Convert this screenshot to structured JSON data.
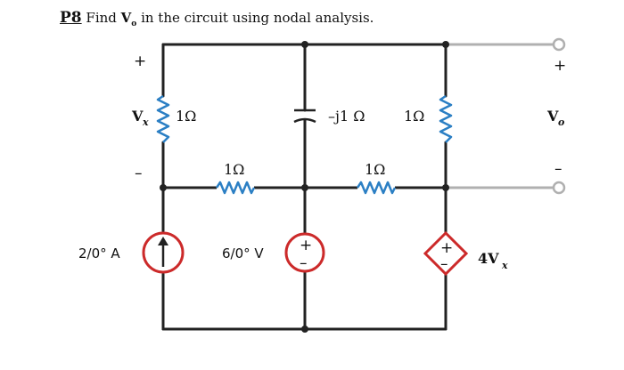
{
  "problem": {
    "number": "P8",
    "text_before": "Find ",
    "vo_symbol": "V",
    "vo_subscript": "o",
    "text_after": " in the circuit using nodal analysis."
  },
  "labels": {
    "vx_symbol": "V",
    "vx_subscript": "x",
    "vx_plus": "+",
    "vx_minus": "–",
    "r_left": "1Ω",
    "r_mid_left": "1Ω",
    "r_mid_right": "1Ω",
    "cap": "–j1 Ω",
    "r_right": "1Ω",
    "current_source": "2/0° A",
    "voltage_source": "6/0° V",
    "dep_source_gain": "4V",
    "dep_source_sub": "x",
    "vo_symbol": "V",
    "vo_subscript": "o",
    "vo_plus": "+",
    "vo_minus": "–",
    "src_plus": "+",
    "src_minus": "–"
  },
  "colors": {
    "wire": "#222222",
    "resistor": "#2b7fc4",
    "source": "#cc2a2a",
    "terminal_wire": "#b0b0b0",
    "node": "#222222"
  }
}
